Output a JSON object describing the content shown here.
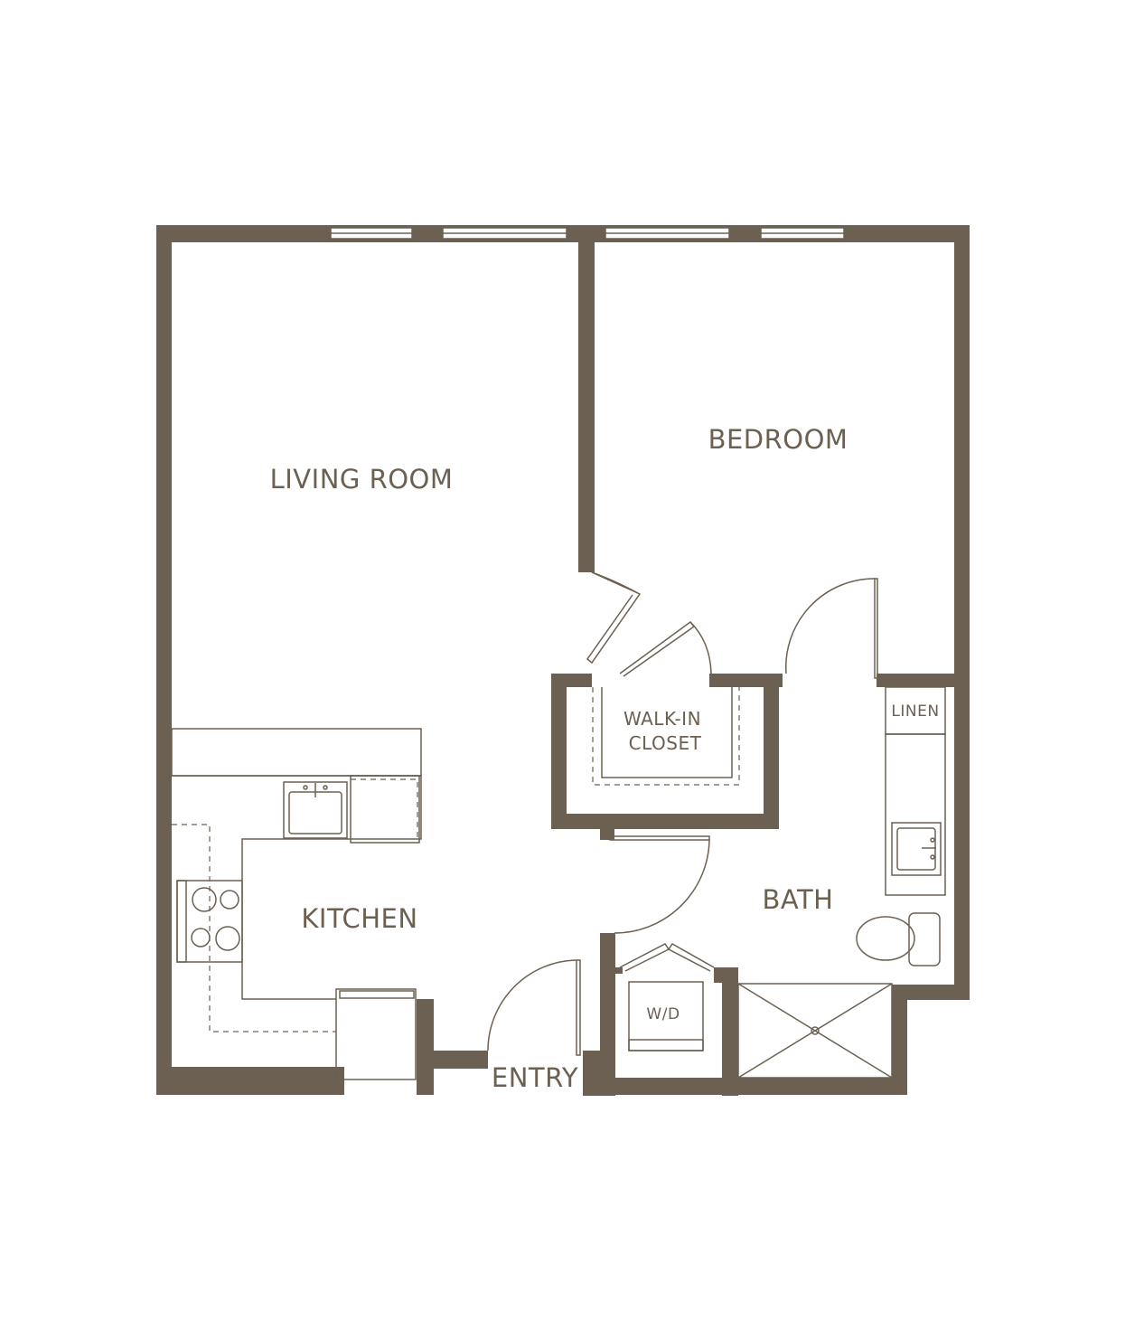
{
  "colors": {
    "wall": "#6b6052",
    "background": "#ffffff"
  },
  "rooms": {
    "living_room": "LIVING ROOM",
    "bedroom": "BEDROOM",
    "walk_in_closet_line1": "WALK-IN",
    "walk_in_closet_line2": "CLOSET",
    "linen": "LINEN",
    "kitchen": "KITCHEN",
    "bath": "BATH",
    "washer_dryer": "W/D",
    "entry": "ENTRY"
  },
  "icons": [
    "window-icon",
    "door-swing-icon",
    "sink-icon",
    "stove-icon",
    "toilet-icon",
    "shower-icon",
    "washer-dryer-icon"
  ]
}
